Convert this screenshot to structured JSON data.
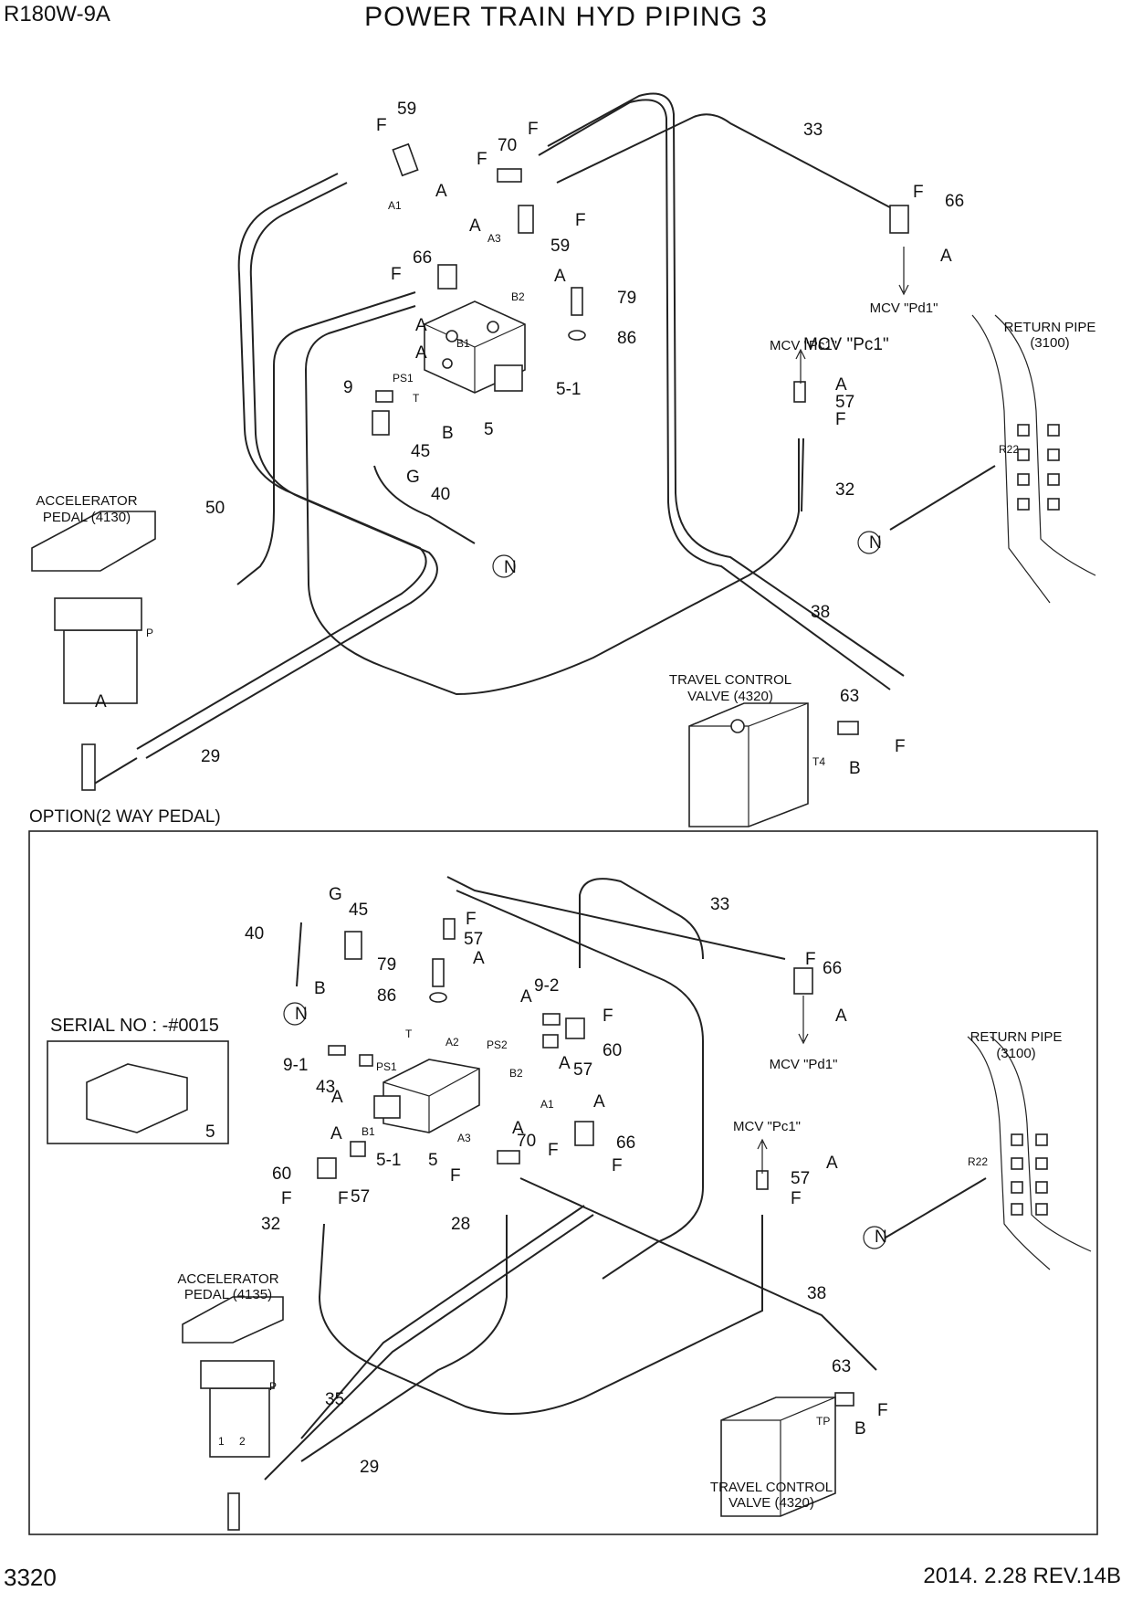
{
  "header": {
    "model": "R180W-9A",
    "title": "POWER TRAIN HYD PIPING 3"
  },
  "footer": {
    "page": "3320",
    "revision": "2014. 2.28  REV.14B"
  },
  "option_title": "OPTION(2 WAY PEDAL)",
  "serial_note": "SERIAL NO : -#0015",
  "captions": {
    "accelerator_top": [
      "ACCELERATOR",
      "PEDAL (4130)"
    ],
    "accelerator_bottom": [
      "ACCELERATOR",
      "PEDAL (4135)"
    ],
    "travel_valve": [
      "TRAVEL CONTROL",
      "VALVE (4320)"
    ],
    "return_pipe": [
      "RETURN PIPE",
      "(3100)"
    ],
    "mcv_pd1": "MCV \"Pd1\"",
    "mcv_pc1": "MCV \"Pc1\""
  },
  "callouts_top": [
    "F",
    "59",
    "A",
    "A1",
    "F",
    "70",
    "F",
    "A",
    "A3",
    "F",
    "59",
    "A",
    "33",
    "F",
    "66",
    "A",
    "F",
    "66",
    "A",
    "79",
    "86",
    "B2",
    "B1",
    "A",
    "PS1",
    "9",
    "B",
    "T",
    "5",
    "5-1",
    "45",
    "G",
    "40",
    "N",
    "MCV \"Pc1\"",
    "A",
    "57",
    "F",
    "32",
    "R22",
    "N",
    "50",
    "P",
    "A",
    "29",
    "38",
    "63",
    "F",
    "B",
    "T4"
  ],
  "callouts_bottom": [
    "G",
    "45",
    "40",
    "B",
    "N",
    "F",
    "57",
    "A",
    "79",
    "86",
    "T",
    "A2",
    "PS2",
    "A",
    "9-2",
    "F",
    "60",
    "B2",
    "A",
    "57",
    "9-1",
    "43",
    "PS1",
    "A",
    "A",
    "B1",
    "5-1",
    "5",
    "A3",
    "A",
    "70",
    "F",
    "66",
    "F",
    "A1",
    "A",
    "60",
    "F",
    "F",
    "57",
    "32",
    "F",
    "28",
    "33",
    "F",
    "66",
    "A",
    "A",
    "57",
    "F",
    "R22",
    "N",
    "38",
    "63",
    "F",
    "B",
    "TP",
    "P",
    "35",
    "29",
    "1",
    "2",
    "5"
  ]
}
